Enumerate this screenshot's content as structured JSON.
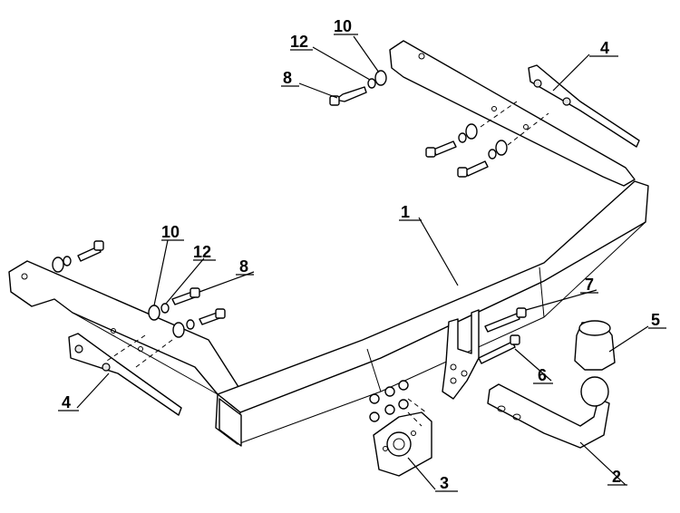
{
  "callouts": {
    "c1": "1",
    "c2": "2",
    "c3": "3",
    "c4_top": "4",
    "c4_left": "4",
    "c5": "5",
    "c6": "6",
    "c7": "7",
    "c8_top": "8",
    "c8_left": "8",
    "c10_top": "10",
    "c10_left": "10",
    "c12_top": "12",
    "c12_left": "12"
  }
}
